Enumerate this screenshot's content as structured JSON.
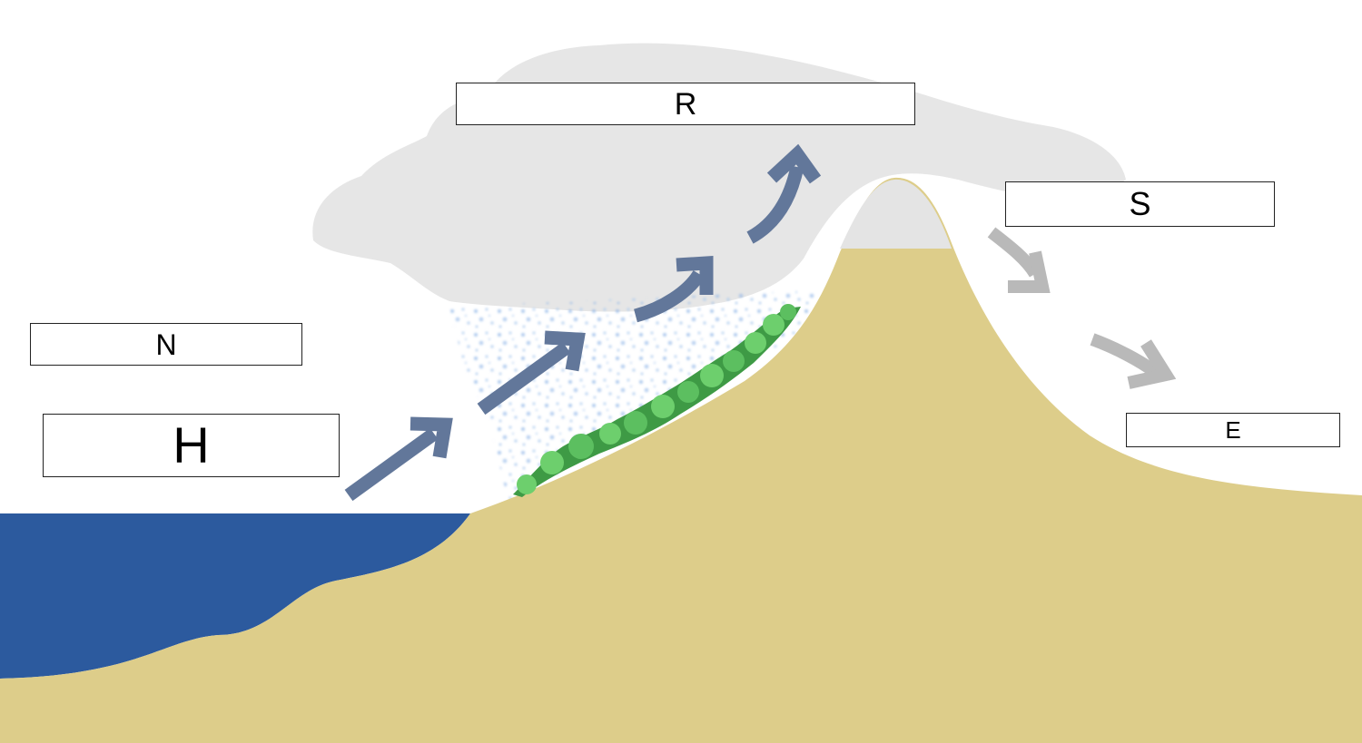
{
  "labels": {
    "r": "R",
    "s": "S",
    "n": "N",
    "h": "H",
    "e": "E"
  },
  "colors": {
    "sea": "#2c5a9e",
    "land": "#ddcd8a",
    "cloud": "#e6e6e6",
    "rain": "#8fb6e8",
    "vegetation": "#6dcf6d",
    "vegetation_dark": "#3e9a45",
    "windward_arrow": "#62779a",
    "leeward_arrow": "#b9b9b9"
  }
}
